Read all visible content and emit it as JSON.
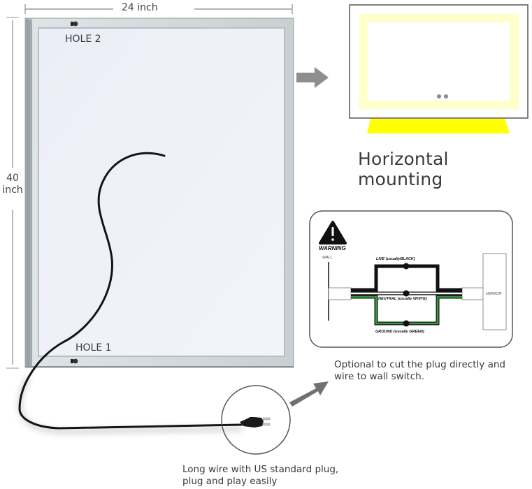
{
  "dimensions": {
    "width_label": "24 inch",
    "height_label_value": "40",
    "height_label_unit": "inch"
  },
  "mirror": {
    "hole_top_label": "HOLE 2",
    "hole_bottom_label": "HOLE 1"
  },
  "horizontal": {
    "caption": "Horizontal mounting",
    "glow_color": "#ffffcc",
    "stand_color": "#ffff00"
  },
  "wiring": {
    "warning_label": "WARNING",
    "wall_label": "WALL",
    "mirror_label": "MIRROR",
    "live_label": "LIVE (usuallyBLACK)",
    "neutral_label": "NEUTRAL (usually WHITE)",
    "ground_label": "GROUND (usually GREEN)",
    "ground_color": "#3a9a3a"
  },
  "notes": {
    "cut_plug_line1": "Optional to cut the plug directly and",
    "cut_plug_line2": "wire to wall switch.",
    "plug_line1": "Long wire with US standard plug,",
    "plug_line2": "plug and play easily"
  }
}
